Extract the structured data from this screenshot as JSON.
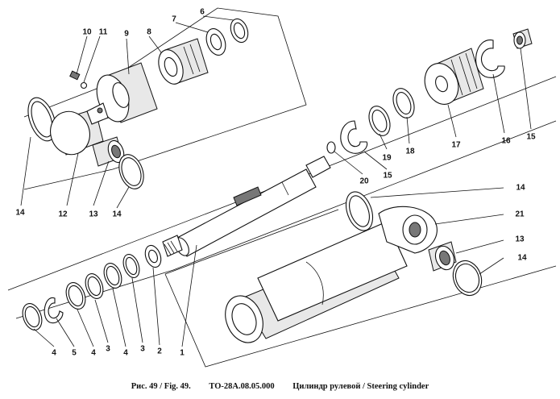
{
  "caption": {
    "fig": "Рис. 49 / Fig. 49.",
    "code": "ТО-28А.08.05.000",
    "title": "Цилиндр рулевой / Steering cylinder"
  },
  "labels": [
    {
      "id": "l10",
      "text": "10"
    },
    {
      "id": "l11",
      "text": "11"
    },
    {
      "id": "l9",
      "text": "9"
    },
    {
      "id": "l8",
      "text": "8"
    },
    {
      "id": "l7",
      "text": "7"
    },
    {
      "id": "l6",
      "text": "6"
    },
    {
      "id": "l14a",
      "text": "14"
    },
    {
      "id": "l12",
      "text": "12"
    },
    {
      "id": "l13a",
      "text": "13"
    },
    {
      "id": "l14b",
      "text": "14"
    },
    {
      "id": "l19",
      "text": "19"
    },
    {
      "id": "l18",
      "text": "18"
    },
    {
      "id": "l17",
      "text": "17"
    },
    {
      "id": "l16",
      "text": "16"
    },
    {
      "id": "l15a",
      "text": "15"
    },
    {
      "id": "l15b",
      "text": "15"
    },
    {
      "id": "l20",
      "text": "20"
    },
    {
      "id": "l14c",
      "text": "14"
    },
    {
      "id": "l21",
      "text": "21"
    },
    {
      "id": "l13b",
      "text": "13"
    },
    {
      "id": "l14d",
      "text": "14"
    },
    {
      "id": "l4a",
      "text": "4"
    },
    {
      "id": "l5",
      "text": "5"
    },
    {
      "id": "l4b",
      "text": "4"
    },
    {
      "id": "l3a",
      "text": "3"
    },
    {
      "id": "l4c",
      "text": "4"
    },
    {
      "id": "l3b",
      "text": "3"
    },
    {
      "id": "l2",
      "text": "2"
    },
    {
      "id": "l1",
      "text": "1"
    }
  ]
}
